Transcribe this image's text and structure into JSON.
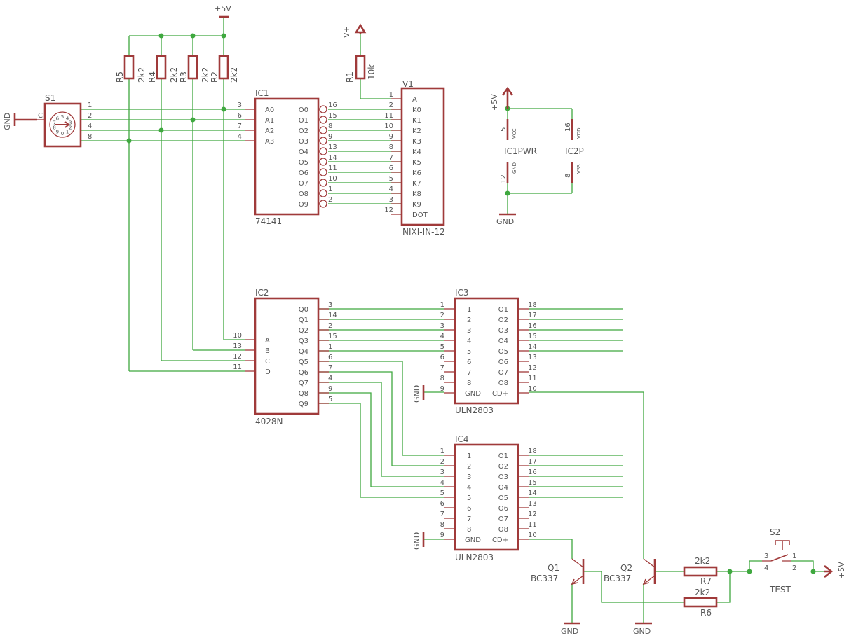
{
  "colors": {
    "wire": "#3fa83f",
    "part": "#a03a3a",
    "text": "#555555",
    "background": "#ffffff"
  },
  "texts": {
    "plus5v_top": "+5V",
    "vplus": "V+",
    "gnd": "GND",
    "plus5v": "+5V",
    "r5": "R5",
    "r4": "R4",
    "r3": "R3",
    "r2": "R2",
    "r1": "R1",
    "r7": "R7",
    "r6": "R6",
    "v2k2": "2k2",
    "v10k": "10k",
    "s1": "S1",
    "s1_c": "C",
    "ic1": "IC1",
    "ic1_value": "74141",
    "v1": "V1",
    "v1_value": "NIXI-IN-12",
    "ic1pwr": "IC1PWR",
    "ic2p": "IC2P",
    "vcc": "VCC",
    "vdd": "VDD",
    "gndpin": "GND",
    "vss": "VSS",
    "ic2": "IC2",
    "ic2_value": "4028N",
    "ic3": "IC3",
    "ic4": "IC4",
    "uln": "ULN2803",
    "uln_gnd": "GND",
    "uln_cd": "CD+",
    "q1": "Q1",
    "q2": "Q2",
    "bc337": "BC337",
    "s2": "S2",
    "test": "TEST"
  },
  "s1_pins": [
    "1",
    "2",
    "4",
    "8"
  ],
  "s1_dial": [
    "0",
    "1",
    "2",
    "3",
    "4",
    "5",
    "6",
    "7",
    "8",
    "9"
  ],
  "ic1": {
    "inputs": [
      {
        "num": "3",
        "name": "A0"
      },
      {
        "num": "6",
        "name": "A1"
      },
      {
        "num": "7",
        "name": "A2"
      },
      {
        "num": "4",
        "name": "A3"
      }
    ],
    "outputs": [
      {
        "num": "16",
        "name": "O0"
      },
      {
        "num": "15",
        "name": "O1"
      },
      {
        "num": "8",
        "name": "O2"
      },
      {
        "num": "9",
        "name": "O3"
      },
      {
        "num": "13",
        "name": "O4"
      },
      {
        "num": "14",
        "name": "O5"
      },
      {
        "num": "11",
        "name": "O6"
      },
      {
        "num": "10",
        "name": "O7"
      },
      {
        "num": "1",
        "name": "O8"
      },
      {
        "num": "2",
        "name": "O9"
      }
    ]
  },
  "v1_pins": [
    {
      "num": "1",
      "name": "A"
    },
    {
      "num": "2",
      "name": "K0"
    },
    {
      "num": "11",
      "name": "K1"
    },
    {
      "num": "10",
      "name": "K2"
    },
    {
      "num": "9",
      "name": "K3"
    },
    {
      "num": "8",
      "name": "K4"
    },
    {
      "num": "7",
      "name": "K5"
    },
    {
      "num": "6",
      "name": "K6"
    },
    {
      "num": "5",
      "name": "K7"
    },
    {
      "num": "4",
      "name": "K8"
    },
    {
      "num": "3",
      "name": "K9"
    },
    {
      "num": "12",
      "name": "DOT"
    }
  ],
  "power_pins": {
    "vcc": "5",
    "gnd": "12",
    "vdd": "16",
    "vss": "8"
  },
  "ic2": {
    "inputs": [
      {
        "num": "10",
        "name": "A"
      },
      {
        "num": "13",
        "name": "B"
      },
      {
        "num": "12",
        "name": "C"
      },
      {
        "num": "11",
        "name": "D"
      }
    ],
    "outputs": [
      {
        "num": "3",
        "name": "Q0"
      },
      {
        "num": "14",
        "name": "Q1"
      },
      {
        "num": "2",
        "name": "Q2"
      },
      {
        "num": "15",
        "name": "Q3"
      },
      {
        "num": "1",
        "name": "Q4"
      },
      {
        "num": "6",
        "name": "Q5"
      },
      {
        "num": "7",
        "name": "Q6"
      },
      {
        "num": "4",
        "name": "Q7"
      },
      {
        "num": "9",
        "name": "Q8"
      },
      {
        "num": "5",
        "name": "Q9"
      }
    ]
  },
  "uln_left": [
    {
      "num": "1",
      "name": "I1"
    },
    {
      "num": "2",
      "name": "I2"
    },
    {
      "num": "3",
      "name": "I3"
    },
    {
      "num": "4",
      "name": "I4"
    },
    {
      "num": "5",
      "name": "I5"
    },
    {
      "num": "6",
      "name": "I6"
    },
    {
      "num": "7",
      "name": "I7"
    },
    {
      "num": "8",
      "name": "I8"
    },
    {
      "num": "9",
      "name": "GND"
    }
  ],
  "uln_right": [
    {
      "num": "18",
      "name": "O1"
    },
    {
      "num": "17",
      "name": "O2"
    },
    {
      "num": "16",
      "name": "O3"
    },
    {
      "num": "15",
      "name": "O4"
    },
    {
      "num": "14",
      "name": "O5"
    },
    {
      "num": "13",
      "name": "O6"
    },
    {
      "num": "12",
      "name": "O7"
    },
    {
      "num": "11",
      "name": "O8"
    },
    {
      "num": "10",
      "name": "CD+"
    }
  ],
  "s2_pins": {
    "p3": "3",
    "p4": "4",
    "p1": "1",
    "p2": "2"
  }
}
